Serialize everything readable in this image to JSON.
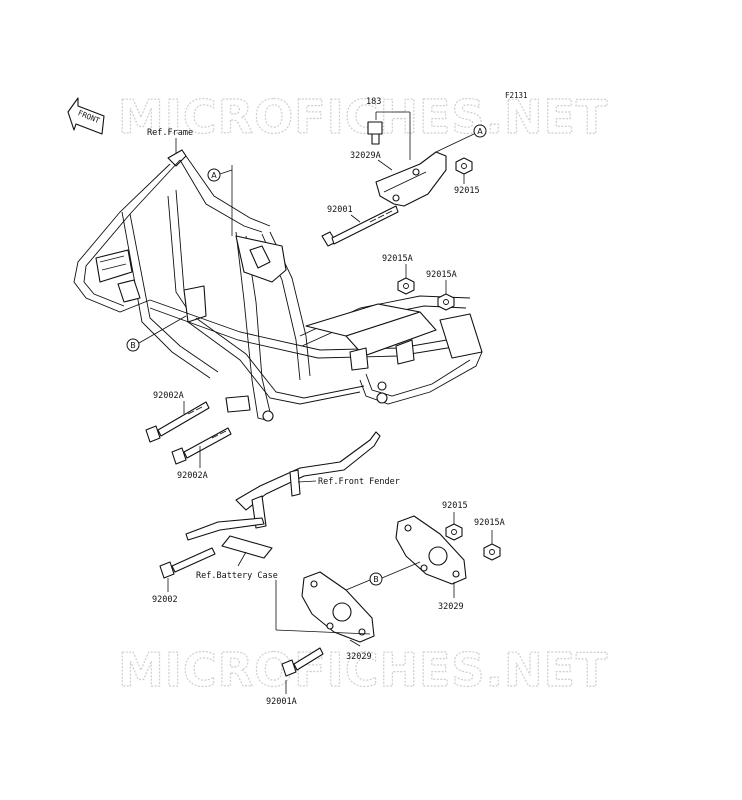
{
  "figure_code": "F2131",
  "watermark": "MICROFICHES.NET",
  "front_arrow": "FRONT",
  "reference_labels": {
    "frame": "Ref.Frame",
    "front_fender": "Ref.Front Fender",
    "battery_case": "Ref.Battery Case"
  },
  "callouts": {
    "a": "A",
    "b": "B"
  },
  "parts": {
    "p183": "183",
    "p32029A": "32029A",
    "p92015_top": "92015",
    "p92001": "92001",
    "p92015A_1": "92015A",
    "p92015A_2": "92015A",
    "p92002A_1": "92002A",
    "p92002A_2": "92002A",
    "p92015_low": "92015",
    "p92015A_low": "92015A",
    "p32029_right": "32029",
    "p92002": "92002",
    "p32029_left": "32029",
    "p92001A": "92001A"
  }
}
